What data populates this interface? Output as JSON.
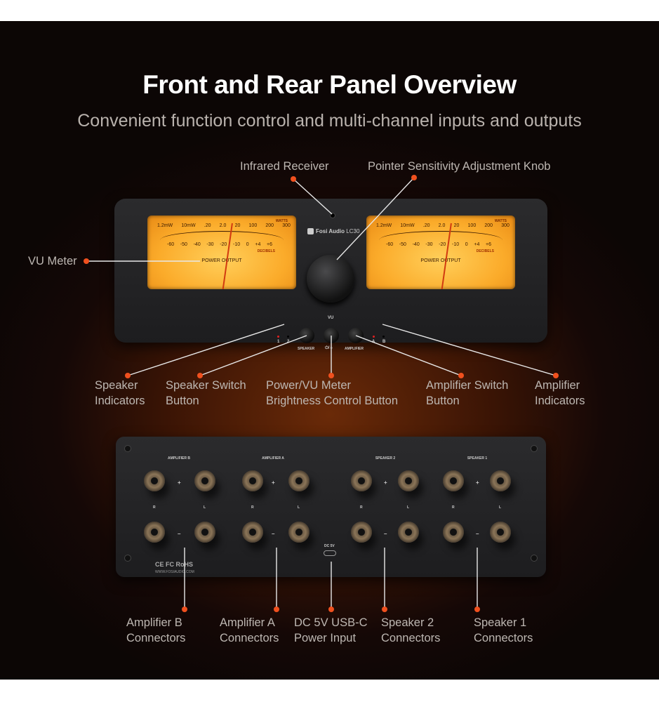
{
  "title": "Front and Rear Panel Overview",
  "subtitle": "Convenient function control and multi-channel inputs and outputs",
  "front": {
    "brand": "Fosi Audio",
    "model": "LC30",
    "meter": {
      "watts": "WATTS",
      "top_scale": [
        "1.2mW",
        "10mW",
        ".20",
        "2.0",
        "20",
        "100",
        "200",
        "300"
      ],
      "bottom_scale": [
        "-60",
        "-50",
        "-40",
        "-30",
        "-20",
        "-10",
        "0",
        "+4",
        "+6"
      ],
      "decibels": "DECIBELS",
      "power_output": "POWER OUTPUT"
    },
    "vu": "VU",
    "speaker_leds": [
      "1",
      "2"
    ],
    "amp_leds": [
      "A",
      "B"
    ],
    "speaker": "SPEAKER",
    "power": "⏻/☼",
    "amplifier": "AMPLIFIER"
  },
  "rear": {
    "groups": [
      "AMPLIFIER B",
      "AMPLIFIER A",
      "SPEAKER 2",
      "SPEAKER 1"
    ],
    "plus": "+",
    "minus": "–",
    "r": "R",
    "l": "L",
    "dc": "DC 5V",
    "cert": "CE FC RoHS",
    "url": "WWW.FOSIAUDIO.COM"
  },
  "callouts": {
    "ir": "Infrared Receiver",
    "knob": "Pointer Sensitivity Adjustment Knob",
    "vu": "VU Meter",
    "spk_ind": [
      "Speaker",
      "Indicators"
    ],
    "spk_btn": [
      "Speaker Switch",
      "Button"
    ],
    "pwr_btn": [
      "Power/VU Meter",
      "Brightness Control Button"
    ],
    "amp_btn": [
      "Amplifier Switch",
      "Button"
    ],
    "amp_ind": [
      "Amplifier",
      "Indicators"
    ],
    "ampb": [
      "Amplifier B",
      "Connectors"
    ],
    "ampa": [
      "Amplifier A",
      "Connectors"
    ],
    "usb": [
      "DC 5V USB-C",
      "Power Input"
    ],
    "spk2": [
      "Speaker 2",
      "Connectors"
    ],
    "spk1": [
      "Speaker 1",
      "Connectors"
    ]
  },
  "colors": {
    "accent": "#f0501e",
    "meter": "#fbab2a"
  }
}
